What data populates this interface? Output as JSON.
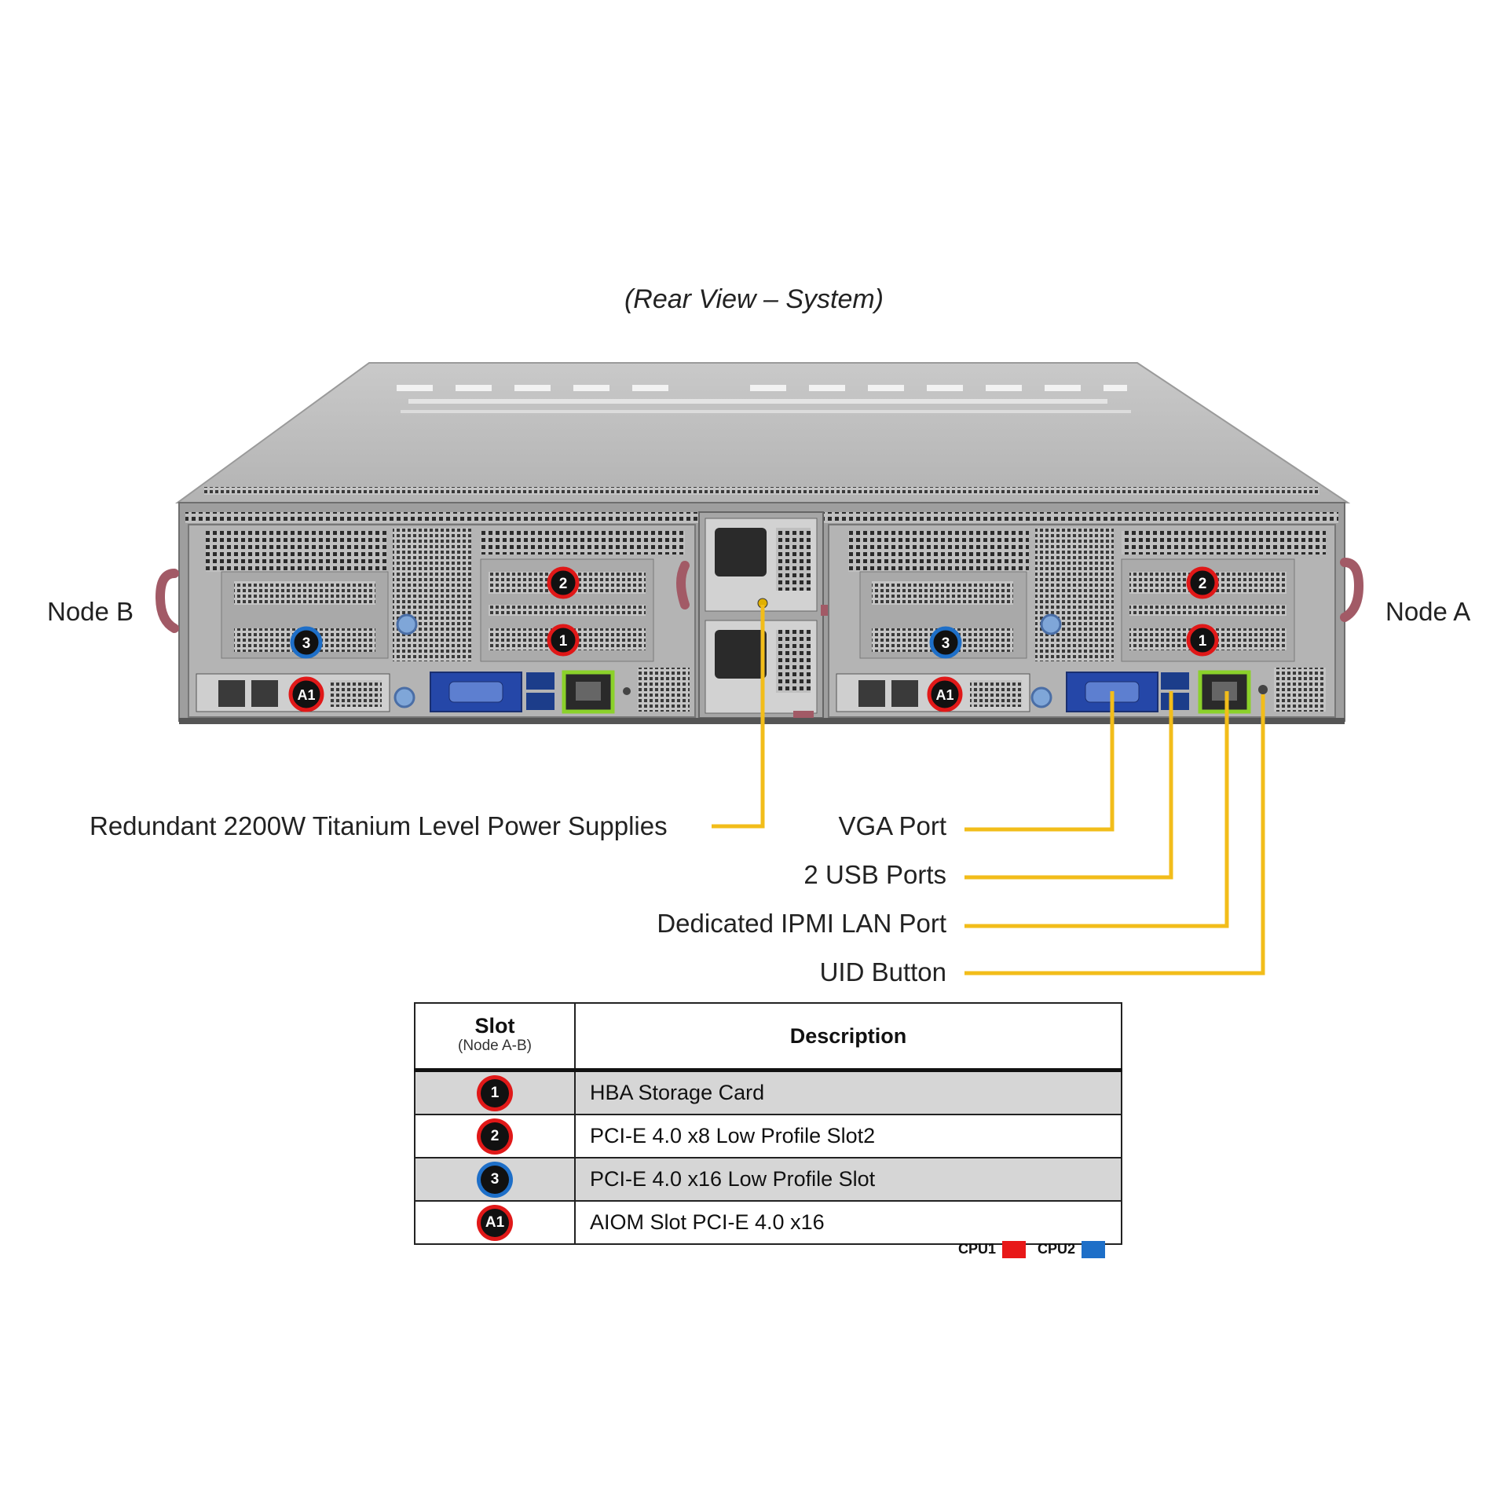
{
  "caption": "(Rear View – System)",
  "nodes": {
    "left": "Node B",
    "right": "Node A"
  },
  "callouts": {
    "power": "Redundant  2200W Titanium  Level  Power Supplies",
    "vga": "VGA Port",
    "usb": "2 USB Ports",
    "ipmi": "Dedicated IPMI  LAN Port",
    "uid": "UID  Button"
  },
  "table": {
    "headers": {
      "slot": "Slot",
      "slot_sub": "(Node A-B)",
      "description": "Description"
    },
    "rows": [
      {
        "badge": "1",
        "cpu": "CPU1",
        "description": "HBA  Storage  Card"
      },
      {
        "badge": "2",
        "cpu": "CPU1",
        "description": "PCI-E  4.0  x8  Low  Profile  Slot2"
      },
      {
        "badge": "3",
        "cpu": "CPU2",
        "description": "PCI-E  4.0  x16  Low  Profile  Slot"
      },
      {
        "badge": "A1",
        "cpu": "CPU1",
        "description": "AIOM  Slot  PCI-E  4.0  x16"
      }
    ]
  },
  "legend": [
    {
      "label": "CPU1",
      "color": "#e81818"
    },
    {
      "label": "CPU2",
      "color": "#1e6fc8"
    }
  ],
  "colors": {
    "leader": "#f2bd1a",
    "cpu1": "#e01818",
    "cpu2": "#1e6fc8",
    "vga": "#2547a8",
    "lan": "#8bd12a"
  }
}
